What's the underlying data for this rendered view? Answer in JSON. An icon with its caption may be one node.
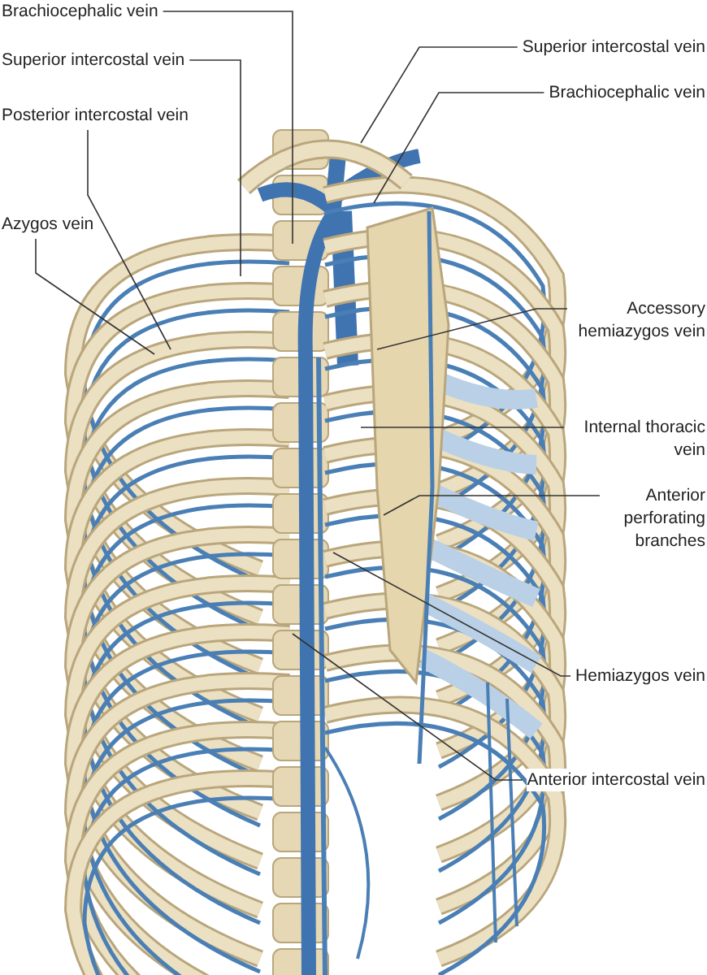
{
  "diagram": {
    "nodes": [
      {
        "text": [
          "Brachiocephalic vein"
        ]
      },
      {
        "text": [
          "Superior intercostal vein"
        ]
      },
      {
        "text": [
          "Posterior intercostal vein"
        ]
      },
      {
        "text": [
          "Azygos vein"
        ]
      },
      {
        "text": [
          "Superior intercostal vein"
        ]
      },
      {
        "text": [
          "Brachiocephalic vein"
        ]
      },
      {
        "text": [
          "Accessory hemiazygos vein"
        ]
      },
      {
        "text": [
          "Internal thoracic vein"
        ]
      },
      {
        "text": [
          "Anterior perforating branches"
        ]
      },
      {
        "text": [
          "Hemiazygos vein"
        ]
      },
      {
        "text": [
          "Anterior intercostal vein"
        ]
      }
    ],
    "edges": [
      {
        "from": 0,
        "to": null,
        "arrow": "none"
      },
      {
        "from": 1,
        "to": null,
        "arrow": "none"
      },
      {
        "from": 2,
        "to": null,
        "arrow": "none"
      },
      {
        "from": 3,
        "to": null,
        "arrow": "none"
      },
      {
        "from": 4,
        "to": null,
        "arrow": "none"
      },
      {
        "from": 5,
        "to": null,
        "arrow": "none"
      },
      {
        "from": 6,
        "to": null,
        "arrow": "none"
      },
      {
        "from": 7,
        "to": null,
        "arrow": "none"
      },
      {
        "from": 8,
        "to": null,
        "arrow": "none"
      },
      {
        "from": 9,
        "to": null,
        "arrow": "none"
      },
      {
        "from": 10,
        "to": null,
        "arrow": "none"
      }
    ]
  }
}
